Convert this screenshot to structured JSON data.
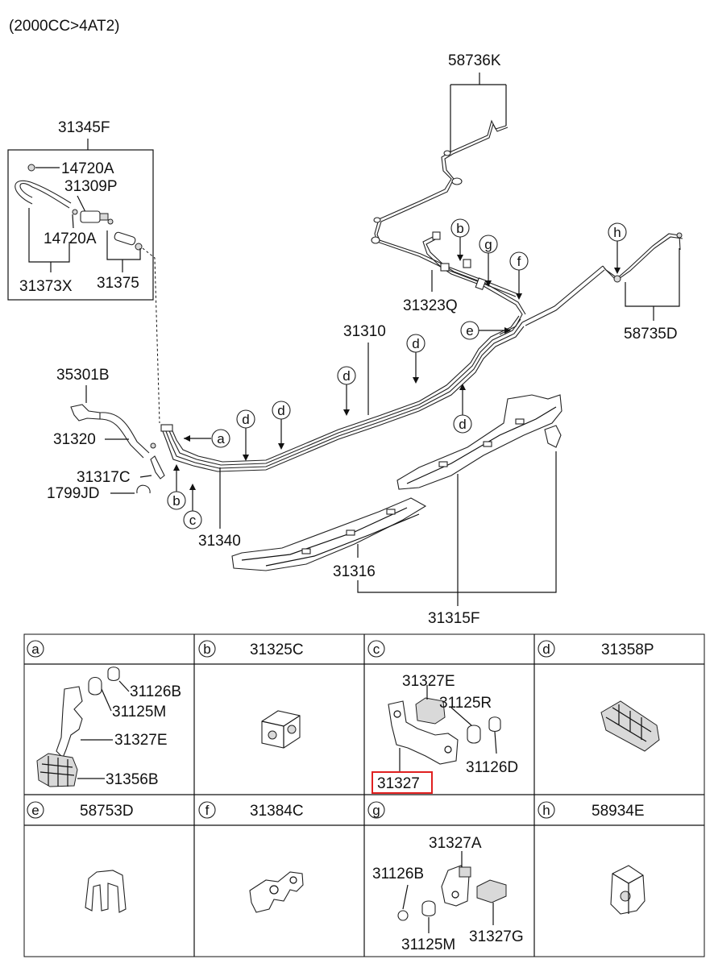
{
  "header": {
    "engine_note": "(2000CC>4AT2)"
  },
  "callouts": {
    "c58736K": "58736K",
    "c31345F": "31345F",
    "c14720A_top": "14720A",
    "c31309P": "31309P",
    "c14720A_mid": "14720A",
    "c31373X": "31373X",
    "c31375": "31375",
    "c35301B": "35301B",
    "c31320": "31320",
    "c31317C": "31317C",
    "c1799JD": "1799JD",
    "c31340": "31340",
    "c31310": "31310",
    "c31323Q": "31323Q",
    "c58735D": "58735D",
    "c31316": "31316",
    "c31315F": "31315F"
  },
  "bubbles": {
    "a": "a",
    "b1": "b",
    "b2": "b",
    "c": "c",
    "d1": "d",
    "d2": "d",
    "d3": "d",
    "d4": "d",
    "d5": "d",
    "e": "e",
    "f": "f",
    "g": "g",
    "h": "h"
  },
  "detail_table": {
    "cells": [
      {
        "letter": "a",
        "part": "",
        "labels": [
          "31126B",
          "31125M",
          "31327E",
          "31356B"
        ]
      },
      {
        "letter": "b",
        "part": "31325C",
        "labels": []
      },
      {
        "letter": "c",
        "part": "",
        "labels": [
          "31327E",
          "31125R",
          "31327",
          "31126D"
        ],
        "highlight": "31327",
        "highlight_color": "#e02020"
      },
      {
        "letter": "d",
        "part": "31358P",
        "labels": []
      },
      {
        "letter": "e",
        "part": "58753D",
        "labels": []
      },
      {
        "letter": "f",
        "part": "31384C",
        "labels": []
      },
      {
        "letter": "g",
        "part": "",
        "labels": [
          "31327A",
          "31126B",
          "31125M",
          "31327G"
        ]
      },
      {
        "letter": "h",
        "part": "58934E",
        "labels": []
      }
    ]
  }
}
